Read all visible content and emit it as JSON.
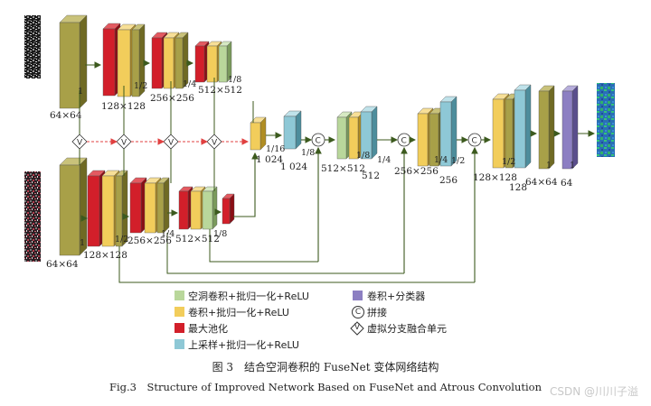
{
  "legend": [
    {
      "id": "atrous",
      "label": "空洞卷积+批归一化+ReLU",
      "color": "#b9d79b"
    },
    {
      "id": "conv",
      "label": "卷积+批归一化+ReLU",
      "color": "#f2cd5b"
    },
    {
      "id": "pool",
      "label": "最大池化",
      "color": "#d21f2a"
    },
    {
      "id": "up",
      "label": "上采样+批归一化+ReLU",
      "color": "#8ec8d6"
    },
    {
      "id": "cls",
      "label": "卷积+分类器",
      "color": "#8c7fc2"
    },
    {
      "id": "concat",
      "label": "拼接",
      "symbol": "C"
    },
    {
      "id": "vfu",
      "label": "虚拟分支融合单元",
      "symbol": "V"
    }
  ],
  "captions": {
    "cn": "图 3　结合空洞卷积的 FuseNet 变体网络结构",
    "en": "Fig.3　Structure of Improved Network Based on FuseNet and Atrous Convolution"
  },
  "labels": {
    "top_64": "64×64",
    "top_128": "128×128",
    "top_256": "256×256",
    "top_512": "512×512",
    "bot_64": "64×64",
    "bot_128": "128×128",
    "bot_256": "256×256",
    "bot_512": "512×512",
    "r1": "1",
    "r12": "1/2",
    "r14": "1/4",
    "r18": "1/8",
    "r116": "1/16",
    "n1024a": "1 024",
    "n1024b": "1 024",
    "n512": "512×512",
    "n512b": "512",
    "n256": "256×256",
    "n256b": "256",
    "n128": "128×128",
    "n128b": "128",
    "n64": "64×64",
    "n64b": "64"
  },
  "watermark": "CSDN @川川子溢",
  "colors": {
    "olive": "#a8a048",
    "oliveSide": "#6f6a24",
    "oliveTop": "#c9c27a",
    "red": "#d21f2a",
    "redSide": "#8a0e15",
    "redTop": "#e35a61",
    "yellow": "#f2cd5b",
    "yellowSide": "#b08d22",
    "yellowTop": "#f7df97",
    "green": "#b9d79b",
    "greenSide": "#7a9a5c",
    "greenTop": "#d6e9c3",
    "blue": "#8ec8d6",
    "blueSide": "#4d8d9c",
    "blueTop": "#bfe2ea",
    "purple": "#8c7fc2",
    "purpleSide": "#5a4e8c",
    "purpleTop": "#b6addb",
    "arrow": "#3c5a1e",
    "dash": "#e04040"
  }
}
